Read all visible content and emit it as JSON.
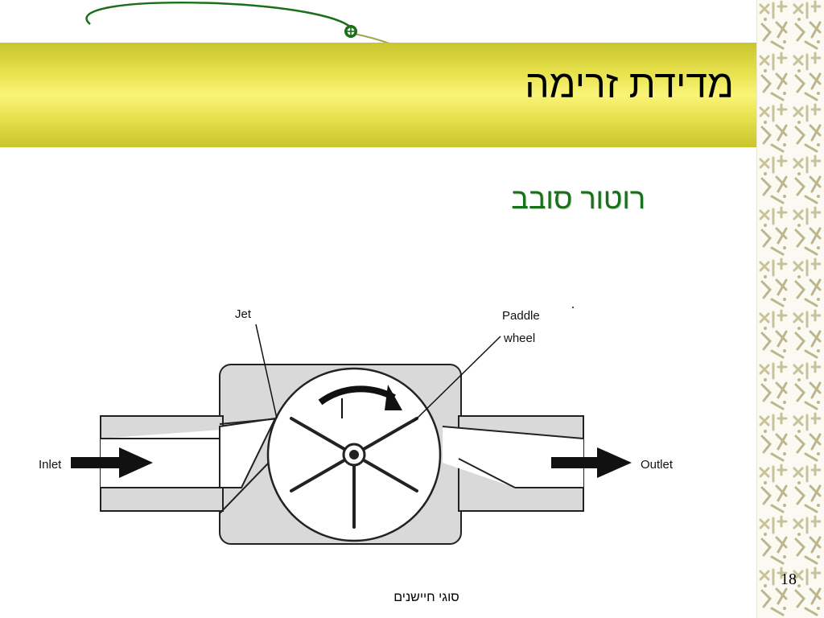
{
  "slide": {
    "title": "מדידת זרימה",
    "subtitle": "רוטור סובב",
    "page_number": "18",
    "footer": "סוגי חיישנים"
  },
  "diagram": {
    "labels": {
      "jet": "Jet",
      "paddle": "Paddle",
      "wheel": "wheel",
      "inlet": "Inlet",
      "outlet": "Outlet"
    }
  },
  "icons": {
    "decor": "leaf-vine-icon",
    "pattern": "geometric-border-pattern"
  },
  "colors": {
    "title_band": "#e6e14c",
    "subtitle": "#1a6f1a",
    "vine": "#1a6f1a",
    "housing_gray": "#d9d9d9"
  }
}
